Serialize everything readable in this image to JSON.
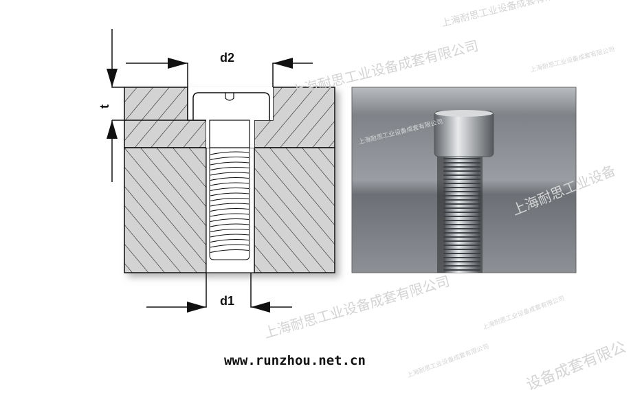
{
  "labels": {
    "d2": "d2",
    "d1": "d1",
    "t": "t"
  },
  "website": "www.runzhou.net.cn",
  "watermarks": [
    "上海耐思工业设备成套有限公司",
    "上海耐思工业设备成套有限公司",
    "上海耐思工业设备成套有限公司",
    "上海耐思工业设备成套有限公司",
    "上海耐思工业设备",
    "上海耐思工业设备成套有限公司",
    "设备成套有限公",
    "上海耐思工业设备成套有限公司",
    "上海耐思工业设备成套有限公司"
  ],
  "colors": {
    "hatch_fill": "#d3d3d3",
    "photo_bg": "#8a8d92"
  }
}
